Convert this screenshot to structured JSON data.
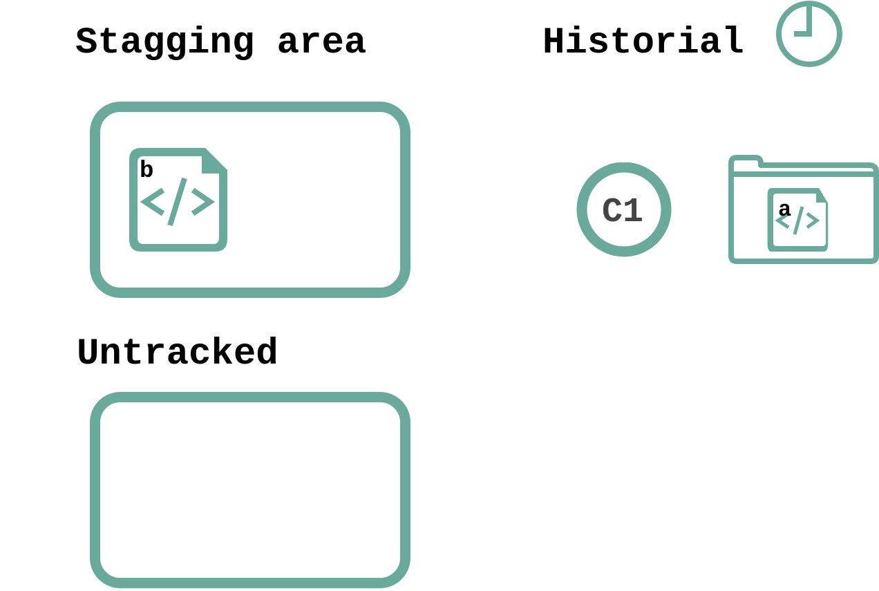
{
  "colors": {
    "accent": "#6aaa9c",
    "heading_text": "#000000",
    "commit_text": "#444444",
    "background": "#ffffff"
  },
  "sections": {
    "staging": {
      "title": "Stagging area"
    },
    "history": {
      "title": "Historial",
      "icon": "clock-icon"
    },
    "untracked": {
      "title": "Untracked"
    }
  },
  "staging_files": [
    {
      "label": "b",
      "icon": "code-file-icon"
    }
  ],
  "commits": [
    {
      "label": "C1",
      "icon": "commit-circle-icon",
      "snapshot": {
        "icon": "folder-icon",
        "files": [
          {
            "label": "a",
            "icon": "code-file-icon"
          }
        ]
      }
    }
  ],
  "untracked_files": []
}
